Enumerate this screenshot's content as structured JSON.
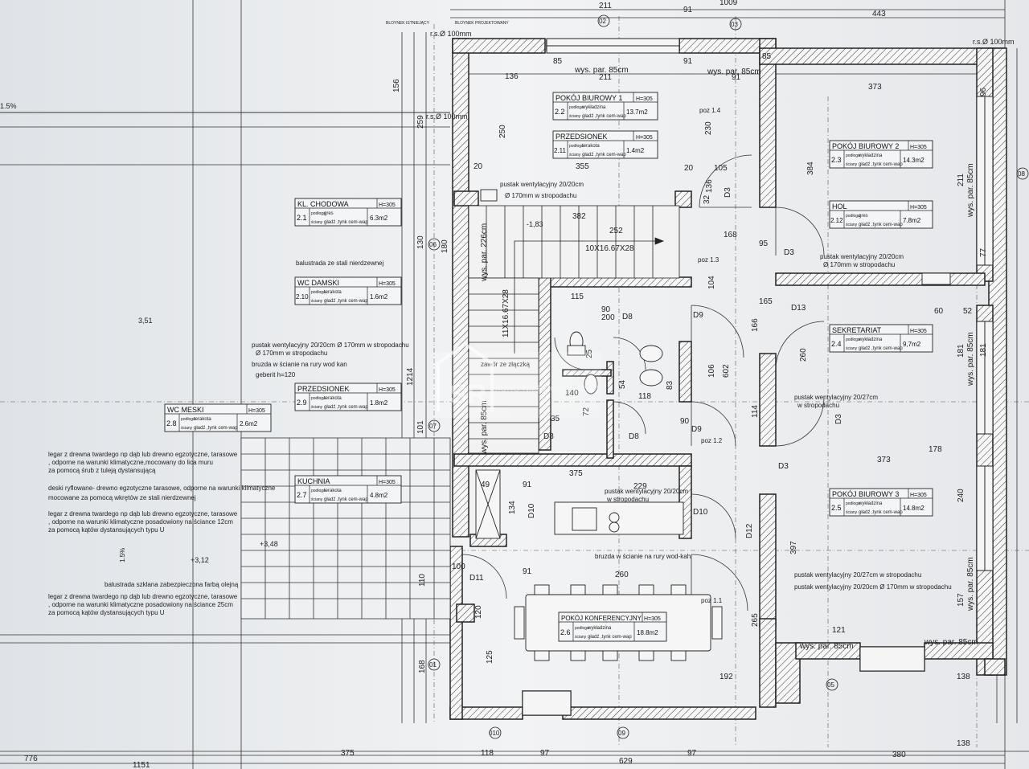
{
  "rooms": [
    {
      "no": "2.2",
      "name": "POKÓJ BIUROWY 1",
      "area": "13.7m2",
      "floor": "wykładzina",
      "wall": "gładź ,tynk cem-wap",
      "h": "H=305"
    },
    {
      "no": "2.11",
      "name": "PRZEDSIONEK",
      "area": "1.4m2",
      "floor": "terakota",
      "wall": "gładź ,tynk cem-wap",
      "h": "H=305"
    },
    {
      "no": "2.3",
      "name": "POKÓJ BIUROWY 2",
      "area": "14.3m2",
      "floor": "wykładzina",
      "wall": "gładź ,tynk cem-wap",
      "h": "H=305"
    },
    {
      "no": "2.12",
      "name": "HOL",
      "area": "7.8m2",
      "floor": "gres",
      "wall": "gładź ,tynk cem-wap",
      "h": "H=305"
    },
    {
      "no": "2.1",
      "name": "KL. CHODOWA",
      "area": "6.3m2",
      "floor": "gres",
      "wall": "gładź ,tynk cem-wap",
      "h": "H=305"
    },
    {
      "no": "2.10",
      "name": "WC DAMSKI",
      "area": "1.6m2",
      "floor": "terakota",
      "wall": "gładź ,tynk cem-wap",
      "h": "H=305"
    },
    {
      "no": "2.4",
      "name": "SEKRETARIAT",
      "area": "9,7m2",
      "floor": "wykładzina",
      "wall": "gładź ,tynk cem-wap",
      "h": "H=305"
    },
    {
      "no": "2.9",
      "name": "PRZEDSIONEK",
      "area": "1.8m2",
      "floor": "terakota",
      "wall": "gładź ,tynk cem-wap",
      "h": "H=305"
    },
    {
      "no": "2.8",
      "name": "WC MESKI",
      "area": "2.6m2",
      "floor": "terakota",
      "wall": "gładź ,tynk cem-wap",
      "h": "H=305"
    },
    {
      "no": "2.7",
      "name": "KUCHNIA",
      "area": "4.8m2",
      "floor": "terakota",
      "wall": "gładź ,tynk cem-wap",
      "h": "H=305"
    },
    {
      "no": "2.5",
      "name": "POKÓJ BIUROWY 3",
      "area": "14.8m2",
      "floor": "wykładzina",
      "wall": "gładź ,tynk cem-wap",
      "h": "H=305"
    },
    {
      "no": "2.6",
      "name": "POKÓJ KONFERENCYJNY",
      "area": "18.8m2",
      "floor": "wykładzina",
      "wall": "gładź ,tynk cem-wap",
      "h": "H=305"
    }
  ],
  "labels": {
    "floor_lbl": "podłoga",
    "wall_lbl": "ściany",
    "stairs": "10X16.67X28",
    "stairs_v": "11X16.67X28",
    "rs_top": "r.s.Ø 100mm",
    "rs_mid": "r.s.Ø 100mm",
    "rs_right": "r.s.Ø 100mm",
    "sill_85": "wys. par. 85cm",
    "sill_226": "wys. par. 226cm",
    "poz_14": "poz 1.4",
    "poz_13": "poz 1.3",
    "poz_12": "poz 1.2",
    "poz_11": "poz 1.1",
    "lvl_183": "-1,83",
    "lvl_351": "3,51",
    "lvl_348": "+3,48",
    "lvl_312": "+3,12",
    "slope_15": "1.5%",
    "slope_15b": "1.5%",
    "vent1": "pustak wentylacyjny 20/20cm",
    "vent1b": "Ø 170mm w stropodachu",
    "vent2": "pustak wentylacyjny 20/20cm",
    "vent2b": "Ø 170mm w stropodachu",
    "vent3": "pustak wentylacyjny 20/20cm  Ø 170mm w stropodachu",
    "vent3b": "Ø 170mm w stropodachu",
    "vent4": "pustak wentylacyjny 20/27cm",
    "vent4b": "w stropodachu",
    "vent5": "pustak wentylacyjny 20/20cm",
    "vent5b": "w stropodachu",
    "vent6": "pustak wentylacyjny 20/27cm  w stropodachu",
    "vent7": "pustak wentylacyjny 20/20cm  Ø 170mm w stropodachu",
    "bruzda1": "bruzda w ścianie na rury wod kan",
    "geberit": "geberit h=120",
    "zawor": "zawór ze złączką",
    "bruzda2": "bruzda w ścianie na rury wod-kah.",
    "balustrada1": "balustrada ze stali nierdzewnej",
    "legar1a": "legar z drewna twardego np dąb lub drewno egzotyczne, tarasowe",
    "legar1b": ", odporne na warunki klimatyczne,mocowany do lica muru",
    "legar1c": "za pomocą śrub z tuleją dystansującą",
    "deski1": "deski ryflowane- drewno egzotyczne tarasowe, odporne na warunki klimatyczne",
    "deski2": "mocowane za pomocą wkrętów ze stali nierdzewnej",
    "legar2a": "legar z drewna twardego np dąb lub drewno egzotyczne, tarasowe",
    "legar2b": ", odporne na warunki klimatyczne posadowiony na ściance 12cm",
    "legar2c": "za pomocą kątów dystansujących typu U",
    "balustrada2": "balustrada szklana zabezpieczona farbą olejną",
    "legar3a": "legar z drewna twardego np dąb lub drewno egzotyczne, tarasowe",
    "legar3b": ", odporne na warunki klimatyczne posadowiony na ściance 25cm",
    "legar3c": "za pomocą kątów dystansujących typu U",
    "blk1": "BLOYNEK ISTNIEJĄCY",
    "blk2": "BLOYNEK PROJEKTOWANY"
  },
  "doors": [
    "D3",
    "D3",
    "D3",
    "D8",
    "D8",
    "D8",
    "D9",
    "D9",
    "D10",
    "D10",
    "D11",
    "D12",
    "D13",
    "D3"
  ],
  "axes": [
    "02",
    "03",
    "06",
    "07",
    "01",
    "09",
    "08",
    "05",
    "010"
  ],
  "dims_top": [
    "211",
    "91",
    "1009",
    "443",
    "136",
    "211",
    "91",
    "373",
    "85",
    "91",
    "85"
  ],
  "dims_bottom": [
    "776",
    "1151",
    "375",
    "118",
    "97",
    "629",
    "97",
    "192",
    "380",
    "138",
    "121",
    "138",
    "91"
  ],
  "dims_misc": [
    "355",
    "382",
    "252",
    "375",
    "229",
    "260",
    "373",
    "178",
    "105",
    "165",
    "168",
    "91",
    "60",
    "52",
    "20",
    "20",
    "250",
    "230",
    "384",
    "211",
    "181",
    "240",
    "157",
    "397",
    "265",
    "166",
    "260",
    "114",
    "104",
    "106",
    "602",
    "136",
    "134",
    "120",
    "100",
    "110",
    "168",
    "125",
    "156",
    "259",
    "130",
    "180",
    "1214",
    "101",
    "181",
    "77",
    "96",
    "140",
    "72",
    "54",
    "35",
    "90",
    "200",
    "95",
    "118",
    "115",
    "90",
    "83",
    "49",
    "32",
    "25"
  ],
  "watermark": {
    "main": "SR",
    "sub": "BIURO NIERUCHOMOŚCI"
  },
  "colors": {
    "paper": "#eef0f2",
    "ink": "#1e1e1e"
  }
}
